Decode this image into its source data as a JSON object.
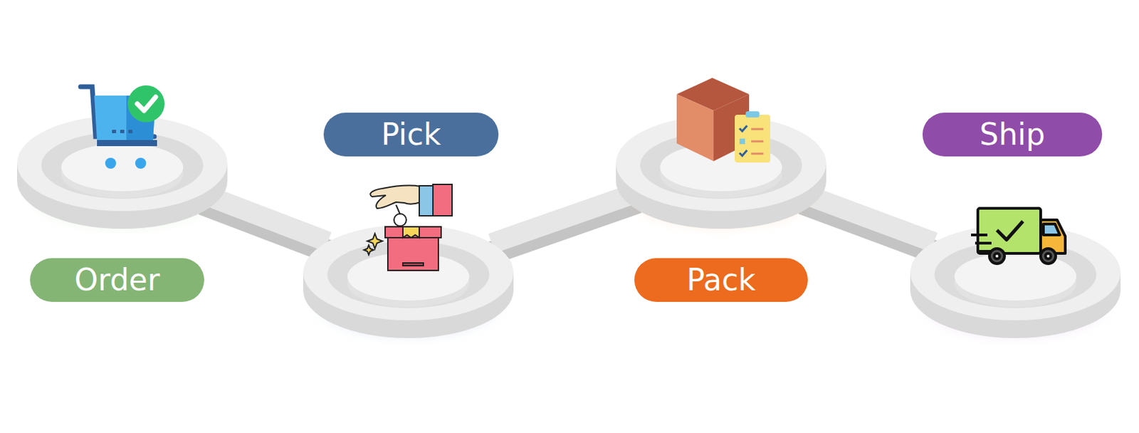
{
  "diagram": {
    "nodes": [
      {
        "text": [
          "Order"
        ]
      },
      {
        "text": [
          "Pick"
        ]
      },
      {
        "text": [
          "Pack"
        ]
      },
      {
        "text": [
          "Ship"
        ]
      }
    ],
    "edges": [
      {
        "from": 0,
        "to": 1,
        "arrow": "none"
      },
      {
        "from": 1,
        "to": 2,
        "arrow": "none"
      },
      {
        "from": 2,
        "to": 3,
        "arrow": "none"
      }
    ]
  }
}
